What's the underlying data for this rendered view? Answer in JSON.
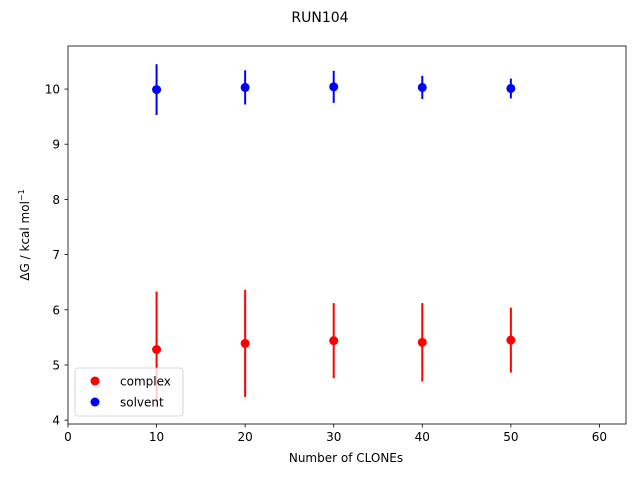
{
  "chart_data": {
    "type": "scatter",
    "title": "RUN104",
    "xlabel": "Number of CLONEs",
    "ylabel": "ΔG / kcal mol",
    "ylabel_sup": "−1",
    "xlim": [
      0,
      63
    ],
    "ylim": [
      3.93,
      10.78
    ],
    "xticks": [
      0,
      10,
      20,
      30,
      40,
      50,
      60
    ],
    "yticks": [
      4,
      5,
      6,
      7,
      8,
      9,
      10
    ],
    "grid": false,
    "legend_position": "lower-left",
    "series": [
      {
        "name": "complex",
        "color": "#ff0000",
        "x": [
          10,
          20,
          30,
          40,
          50
        ],
        "y": [
          5.28,
          5.39,
          5.44,
          5.41,
          5.45
        ],
        "yerr": [
          1.05,
          0.97,
          0.68,
          0.71,
          0.59
        ]
      },
      {
        "name": "solvent",
        "color": "#0000ff",
        "x": [
          10,
          20,
          30,
          40,
          50
        ],
        "y": [
          9.99,
          10.03,
          10.04,
          10.03,
          10.01
        ],
        "yerr": [
          0.46,
          0.31,
          0.29,
          0.21,
          0.18
        ]
      }
    ]
  }
}
